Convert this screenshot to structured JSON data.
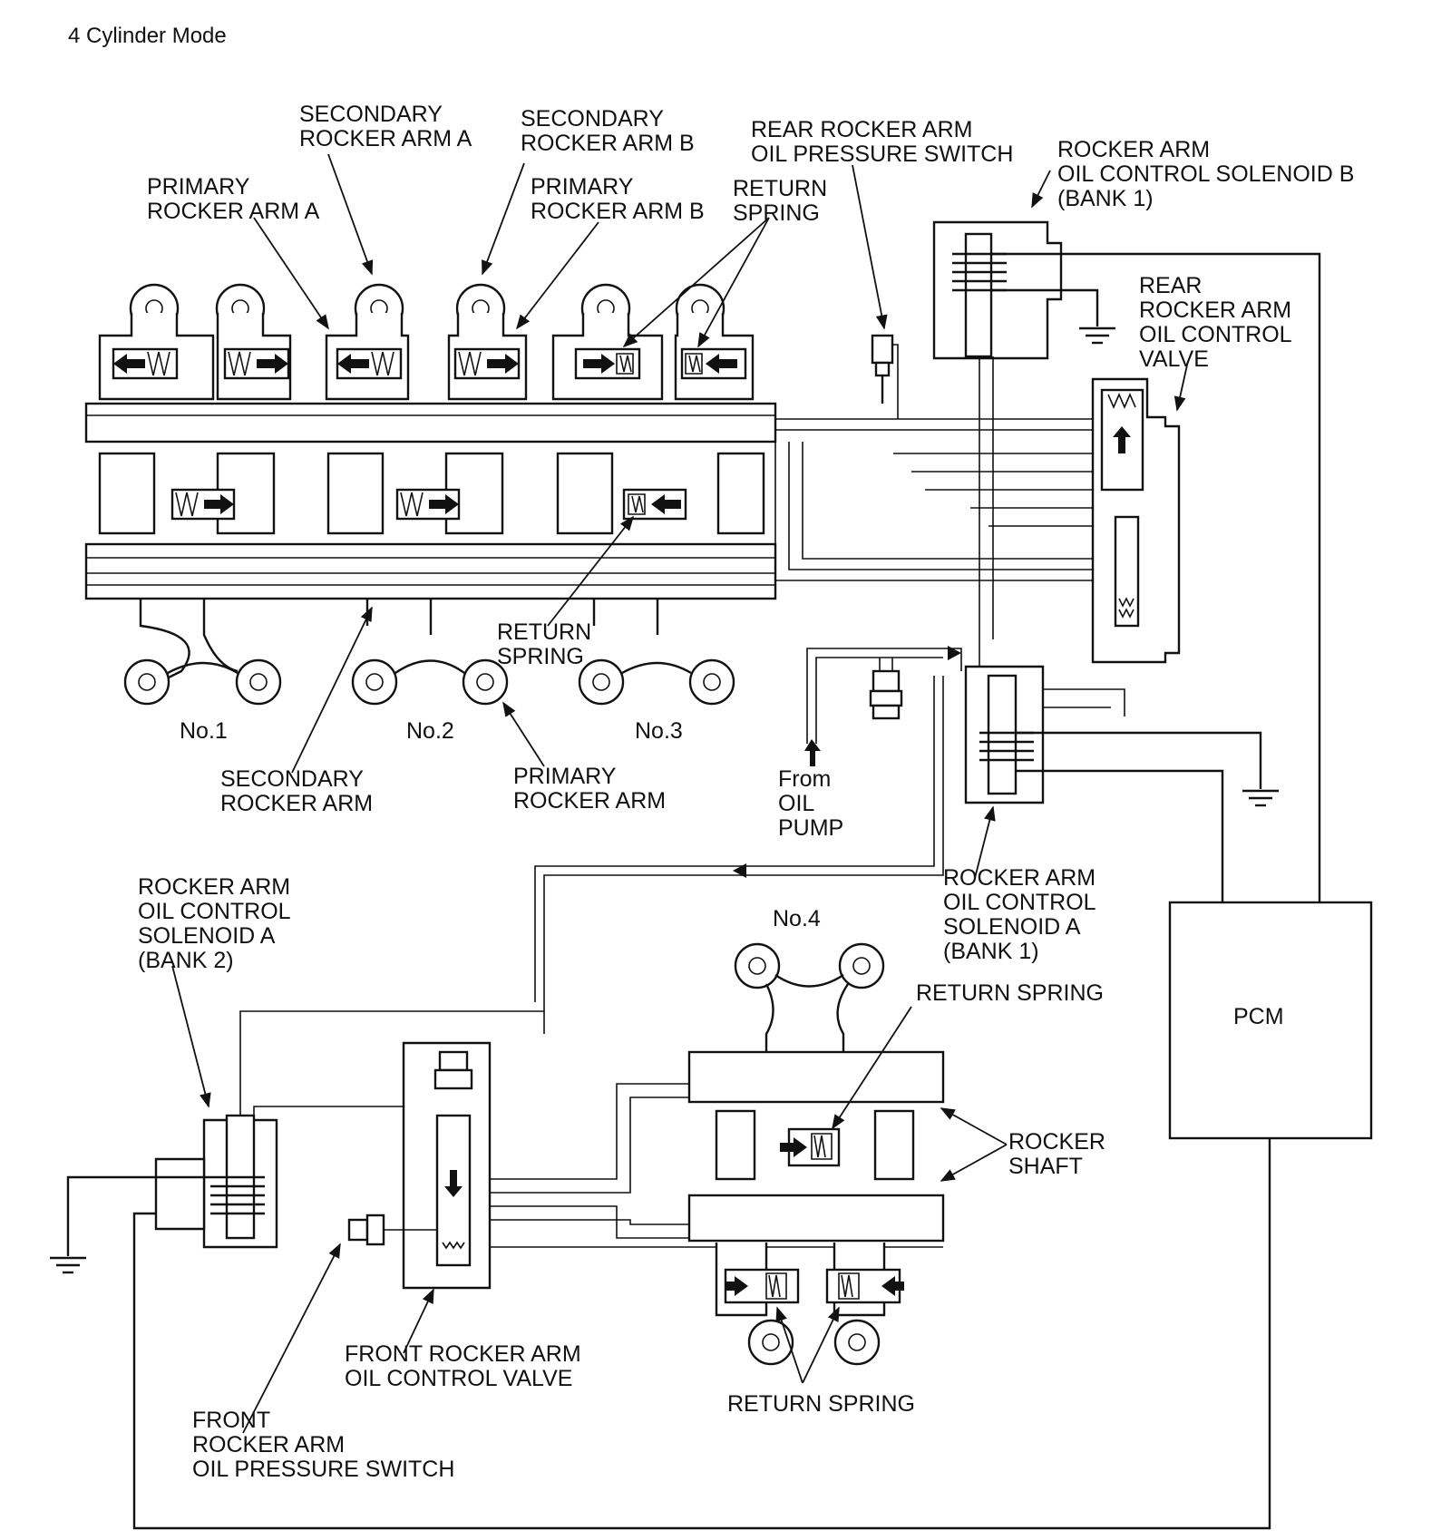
{
  "title": "4 Cylinder Mode",
  "labels": {
    "secondary_rocker_arm_a": [
      "SECONDARY",
      "ROCKER ARM A"
    ],
    "secondary_rocker_arm_b": [
      "SECONDARY",
      "ROCKER ARM B"
    ],
    "primary_rocker_arm_a": [
      "PRIMARY",
      "ROCKER ARM A"
    ],
    "primary_rocker_arm_b": [
      "PRIMARY",
      "ROCKER ARM B"
    ],
    "return_spring_top": [
      "RETURN",
      "SPRING"
    ],
    "rear_oil_pressure_switch": [
      "REAR ROCKER ARM",
      "OIL PRESSURE SWITCH"
    ],
    "solenoid_b_bank1": [
      "ROCKER ARM",
      "OIL CONTROL SOLENOID B",
      "(BANK 1)"
    ],
    "rear_oil_control_valve": [
      "REAR",
      "ROCKER ARM",
      "OIL CONTROL",
      "VALVE"
    ],
    "return_spring_mid": [
      "RETURN",
      "SPRING"
    ],
    "cyl_no1": "No.1",
    "cyl_no2": "No.2",
    "cyl_no3": "No.3",
    "cyl_no4": "No.4",
    "secondary_rocker_arm": [
      "SECONDARY",
      "ROCKER ARM"
    ],
    "primary_rocker_arm": [
      "PRIMARY",
      "ROCKER ARM"
    ],
    "from_oil_pump": [
      "From",
      "OIL",
      "PUMP"
    ],
    "solenoid_a_bank1": [
      "ROCKER ARM",
      "OIL CONTROL",
      "SOLENOID A",
      "(BANK 1)"
    ],
    "solenoid_a_bank2": [
      "ROCKER ARM",
      "OIL CONTROL",
      "SOLENOID A",
      "(BANK 2)"
    ],
    "return_spring_right": "RETURN SPRING",
    "pcm": "PCM",
    "rocker_shaft": [
      "ROCKER",
      "SHAFT"
    ],
    "front_oil_control_valve": [
      "FRONT ROCKER ARM",
      "OIL CONTROL VALVE"
    ],
    "return_spring_bottom": "RETURN SPRING",
    "front_oil_pressure_switch": [
      "FRONT",
      "ROCKER ARM",
      "OIL PRESSURE SWITCH"
    ]
  }
}
